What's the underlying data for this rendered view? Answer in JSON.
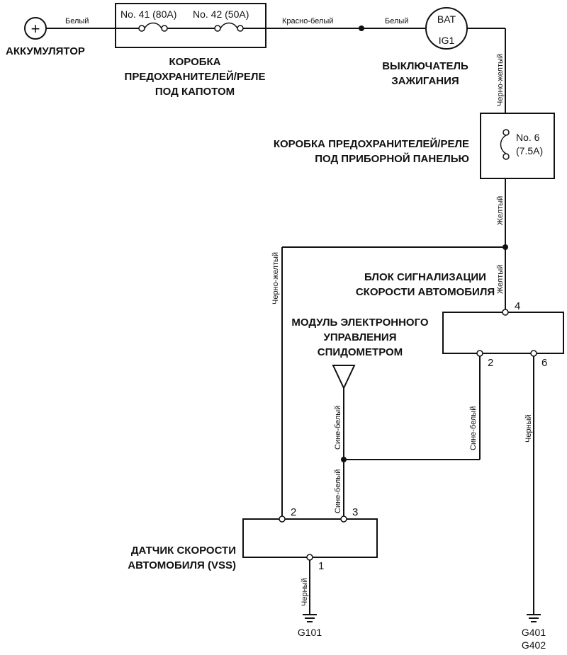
{
  "battery": {
    "symbol": "+",
    "label": "АККУМУЛЯТОР"
  },
  "hood_box": {
    "fuse41": "No. 41 (80A)",
    "fuse42": "No. 42 (50A)",
    "label": [
      "КОРОБКА",
      "ПРЕДОХРАНИТЕЛЕЙ/РЕЛЕ",
      "ПОД КАПОТОМ"
    ]
  },
  "ignition": {
    "bat": "BAT",
    "ig1": "IG1",
    "label": [
      "ВЫКЛЮЧАТЕЛЬ",
      "ЗАЖИГАНИЯ"
    ]
  },
  "dash_box": {
    "fuse_num": "No. 6",
    "fuse_amp": "(7.5A)",
    "label": [
      "КОРОБКА ПРЕДОХРАНИТЕЛЕЙ/РЕЛЕ",
      "ПОД ПРИБОРНОЙ ПАНЕЛЬЮ"
    ]
  },
  "speed_unit": {
    "label": [
      "БЛОК СИГНАЛИЗАЦИИ",
      "СКОРОСТИ АВТОМОБИЛЯ"
    ],
    "pin4": "4",
    "pin2": "2",
    "pin6": "6"
  },
  "speedo_module": {
    "label": [
      "МОДУЛЬ ЭЛЕКТРОННОГО",
      "УПРАВЛЕНИЯ",
      "СПИДОМЕТРОМ"
    ]
  },
  "vss": {
    "label": [
      "ДАТЧИК СКОРОСТИ",
      "АВТОМОБИЛЯ (VSS)"
    ],
    "pin1": "1",
    "pin2": "2",
    "pin3": "3"
  },
  "grounds": {
    "g101": "G101",
    "g401": "G401",
    "g402": "G402"
  },
  "wires": {
    "bat_white": "Белый",
    "red_white": "Красно-белый",
    "white_ign": "Белый",
    "black_yellow_top": "Черно-желтый",
    "yellow_mid": "Желтый",
    "yellow_unit": "Желтый",
    "black_yellow_left": "Черно-желтый",
    "blue_white_module": "Сине-белый",
    "blue_white_pin2": "Сине-белый",
    "blue_white_vss": "Сине-белый",
    "black_pin6": "Черный",
    "black_vss": "Черный"
  }
}
